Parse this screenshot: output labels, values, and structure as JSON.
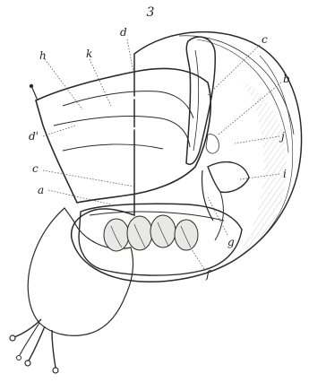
{
  "figure": {
    "number": "3",
    "labels": {
      "a": "a",
      "b": "b",
      "c_top": "c",
      "c_left": "c",
      "d": "d",
      "d_prime": "d'",
      "f": "f",
      "g": "g",
      "h": "h",
      "i": "i",
      "j": "j",
      "k": "k"
    }
  }
}
